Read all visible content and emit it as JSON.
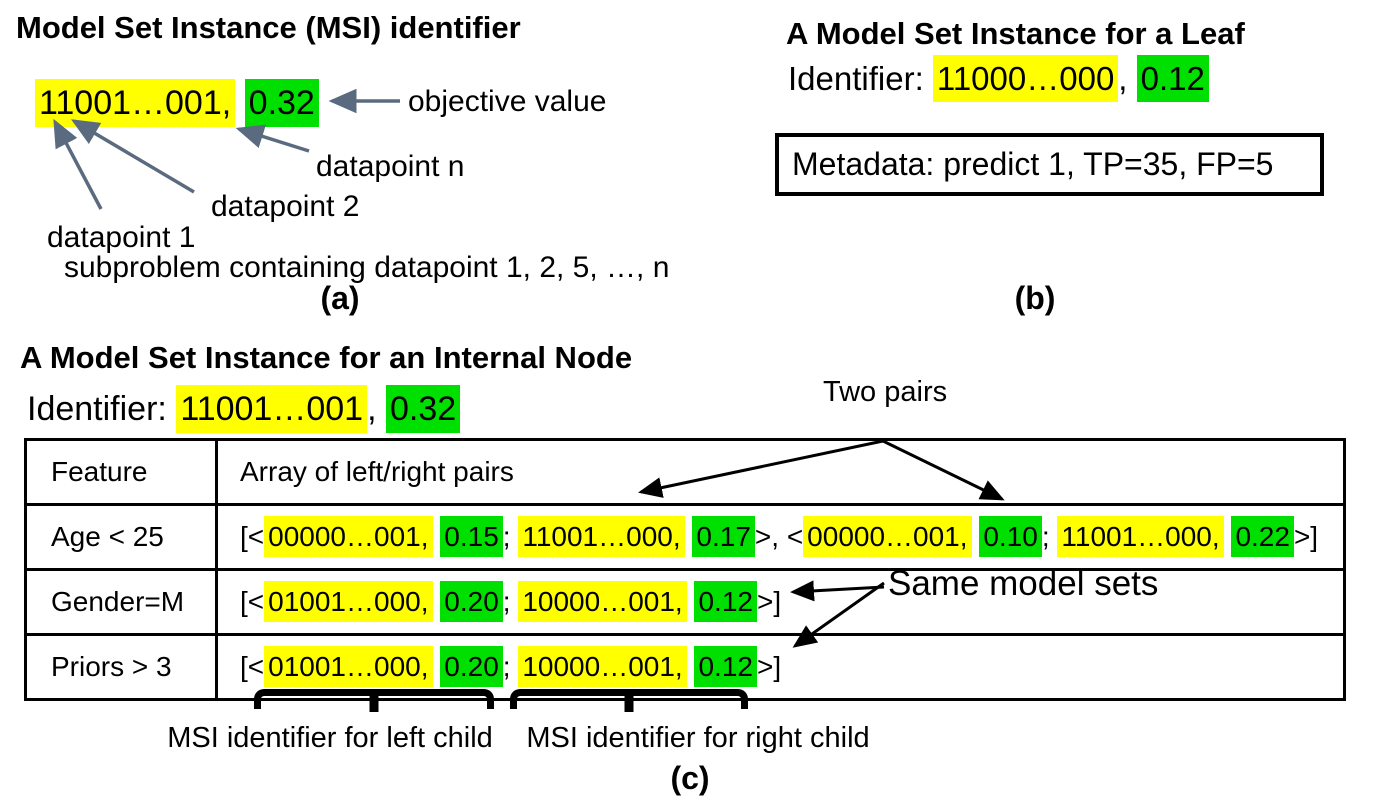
{
  "colors": {
    "highlight_yellow": "#ffff00",
    "highlight_green": "#00e000",
    "arrow_slate": "#5a6b80",
    "arrow_black": "#000000"
  },
  "section_a": {
    "title": "Model Set Instance (MSI) identifier",
    "identifier_segments": [
      {
        "t": "11001…001,",
        "h": "y"
      },
      {
        "t": " "
      },
      {
        "t": "0.32",
        "h": "g"
      }
    ],
    "annotations": {
      "objective_value": "objective value",
      "datapoint_n": "datapoint n",
      "datapoint_2": "datapoint 2",
      "datapoint_1": "datapoint 1",
      "subproblem": "subproblem containing datapoint 1, 2, 5, …, n"
    },
    "caption": "(a)"
  },
  "section_b": {
    "title": "A Model Set Instance for a Leaf",
    "identifier_label": "Identifier: ",
    "identifier_segments": [
      {
        "t": "11000…000",
        "h": "y"
      },
      {
        "t": ", "
      },
      {
        "t": "0.12",
        "h": "g"
      }
    ],
    "metadata": "Metadata: predict 1, TP=35, FP=5",
    "caption": "(b)"
  },
  "section_c": {
    "title": "A Model Set Instance for an Internal Node",
    "identifier_label": "Identifier: ",
    "identifier_segments": [
      {
        "t": "11001…001",
        "h": "y"
      },
      {
        "t": ", "
      },
      {
        "t": "0.32",
        "h": "g"
      }
    ],
    "two_pairs_label": "Two pairs",
    "same_model_sets_label": "Same model sets",
    "table": {
      "headers": [
        "Feature",
        "Array of left/right pairs"
      ],
      "rows": [
        {
          "feature": "Age < 25",
          "segments": [
            {
              "t": "[<"
            },
            {
              "t": "00000…001,",
              "h": "y"
            },
            {
              "t": " "
            },
            {
              "t": "0.15",
              "h": "g"
            },
            {
              "t": "; "
            },
            {
              "t": "11001…000,",
              "h": "y"
            },
            {
              "t": " "
            },
            {
              "t": "0.17",
              "h": "g"
            },
            {
              "t": ">, <"
            },
            {
              "t": "00000…001,",
              "h": "y"
            },
            {
              "t": " "
            },
            {
              "t": "0.10",
              "h": "g"
            },
            {
              "t": "; "
            },
            {
              "t": "11001…000,",
              "h": "y"
            },
            {
              "t": " "
            },
            {
              "t": "0.22",
              "h": "g"
            },
            {
              "t": ">]"
            }
          ]
        },
        {
          "feature": "Gender=M",
          "segments": [
            {
              "t": "[<"
            },
            {
              "t": "01001…000,",
              "h": "y"
            },
            {
              "t": " "
            },
            {
              "t": "0.20",
              "h": "g"
            },
            {
              "t": "; "
            },
            {
              "t": "10000…001,",
              "h": "y"
            },
            {
              "t": " "
            },
            {
              "t": "0.12",
              "h": "g"
            },
            {
              "t": ">]"
            }
          ]
        },
        {
          "feature": "Priors > 3",
          "segments": [
            {
              "t": "[<"
            },
            {
              "t": "01001…000,",
              "h": "y"
            },
            {
              "t": " "
            },
            {
              "t": "0.20",
              "h": "g"
            },
            {
              "t": "; "
            },
            {
              "t": "10000…001,",
              "h": "y"
            },
            {
              "t": " "
            },
            {
              "t": "0.12",
              "h": "g"
            },
            {
              "t": ">]"
            }
          ]
        }
      ]
    },
    "brace_labels": {
      "left": "MSI identifier for left child",
      "right": "MSI identifier for right child"
    },
    "caption": "(c)"
  }
}
